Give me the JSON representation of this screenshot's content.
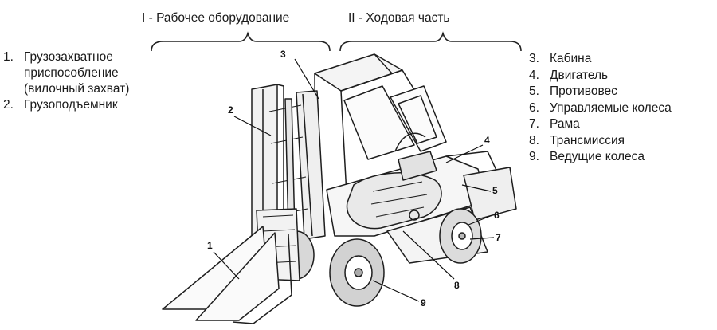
{
  "headers": {
    "group1": "I - Рабочее оборудование",
    "group2": "II - Ходовая часть"
  },
  "left_list": {
    "item1": {
      "num": "1.",
      "line1": "Грузозахватное",
      "line2": "приспособление",
      "line3": "(вилочный захват)"
    },
    "item2": {
      "num": "2.",
      "label": "Грузоподъемник"
    }
  },
  "right_list": [
    {
      "num": "3.",
      "label": "Кабина"
    },
    {
      "num": "4.",
      "label": "Двигатель"
    },
    {
      "num": "5.",
      "label": "Противовес"
    },
    {
      "num": "6.",
      "label": "Управляемые колеса"
    },
    {
      "num": "7.",
      "label": "Рама"
    },
    {
      "num": "8.",
      "label": "Трансмиссия"
    },
    {
      "num": "9.",
      "label": "Ведущие колеса"
    }
  ],
  "callouts": [
    "1",
    "2",
    "3",
    "4",
    "5",
    "6",
    "7",
    "8",
    "9"
  ]
}
